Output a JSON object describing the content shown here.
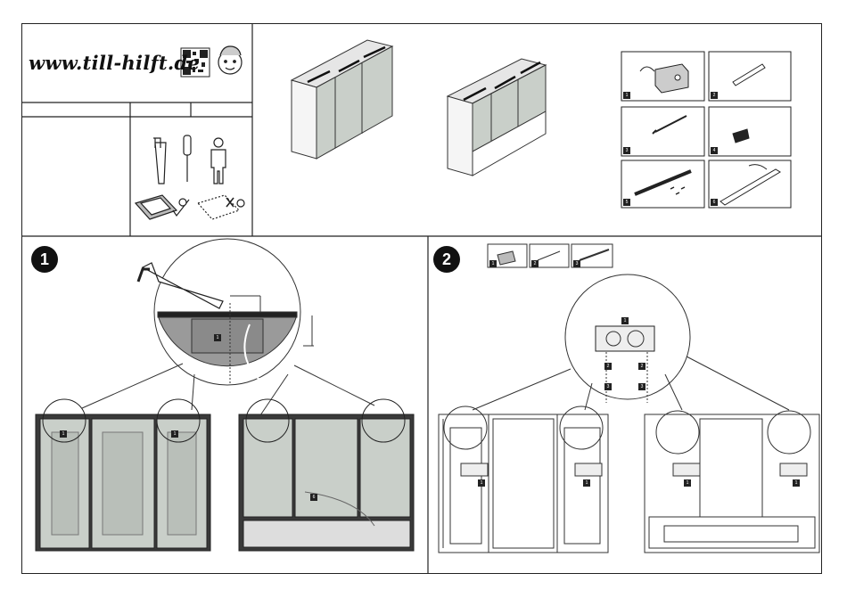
{
  "header": {
    "website": "www.till-hilft.de",
    "qr_icon": "qr-code-icon",
    "mascot_icon": "child-face-icon"
  },
  "tools": [
    "saw-icon",
    "screwdriver-icon",
    "person-icon"
  ],
  "surface_advice": [
    "soft-surface-ok-icon",
    "hard-surface-not-ok-icon"
  ],
  "parts": [
    {
      "num": "1",
      "icon": "junction-box-icon"
    },
    {
      "num": "2",
      "icon": "dowel-icon"
    },
    {
      "num": "3",
      "icon": "screw-icon"
    },
    {
      "num": "4",
      "icon": "plug-connector-icon"
    },
    {
      "num": "5",
      "icon": "led-lamp-icon"
    },
    {
      "num": "6",
      "icon": "led-strip-icon"
    }
  ],
  "steps": [
    {
      "number": "1",
      "callouts": [
        "1",
        "1",
        "1",
        "6"
      ]
    },
    {
      "number": "2",
      "parts_used": [
        "1",
        "2",
        "3"
      ],
      "callouts": [
        "1",
        "2",
        "2",
        "3",
        "3",
        "1",
        "1",
        "1",
        "1"
      ]
    }
  ],
  "colors": {
    "line": "#222222",
    "panel_gray": "#9a9a9a",
    "mirror": "#c9cfc9",
    "light": "#e6e6e6"
  }
}
